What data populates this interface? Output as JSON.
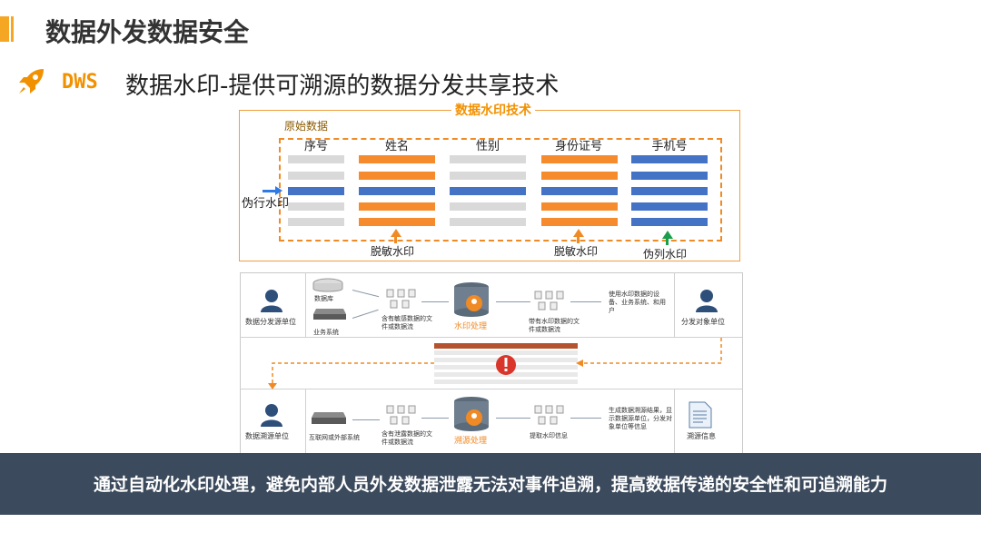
{
  "header": {
    "title": "数据外发数据安全"
  },
  "section": {
    "brand": "DWS",
    "subtitle": "数据水印-提供可溯源的数据分发共享技术"
  },
  "watermark_panel": {
    "title": "数据水印技术",
    "original_label": "原始数据",
    "columns": [
      "序号",
      "姓名",
      "性别",
      "身份证号",
      "手机号"
    ],
    "row_label": "伪行水印",
    "marks": [
      "脱敏水印",
      "脱敏水印",
      "伪列水印"
    ]
  },
  "flow_panel": {
    "top": {
      "source_unit": "数据分发源单位",
      "database": "数据库",
      "business_system": "业务系统",
      "input_files": "含有敏感数据的文件或数据流",
      "process": "水印处理",
      "output_files": "带有水印数据的文件或数据流",
      "usage_note": "使用水印数据的设备、业务系统、和用户",
      "target_unit": "分发对象单位"
    },
    "bottom": {
      "trace_unit": "数据溯源单位",
      "external_system": "互联网或外部系统",
      "leaked_files": "含有泄露数据的文件或数据流",
      "process": "溯源处理",
      "extract": "提取水印信息",
      "result_note": "生成数据溯源结果，显示数据源单位，分发对象单位等信息",
      "trace_info": "溯源信息"
    }
  },
  "footer": {
    "text": "通过自动化水印处理，避免内部人员外发数据泄露无法对事件追溯，提高数据传递的安全性和可追溯能力"
  },
  "colors": {
    "accent": "#f29100",
    "orange": "#f68b2d",
    "blue": "#4472c4",
    "green": "#1a9e4a",
    "band": "#3b4a5c"
  }
}
